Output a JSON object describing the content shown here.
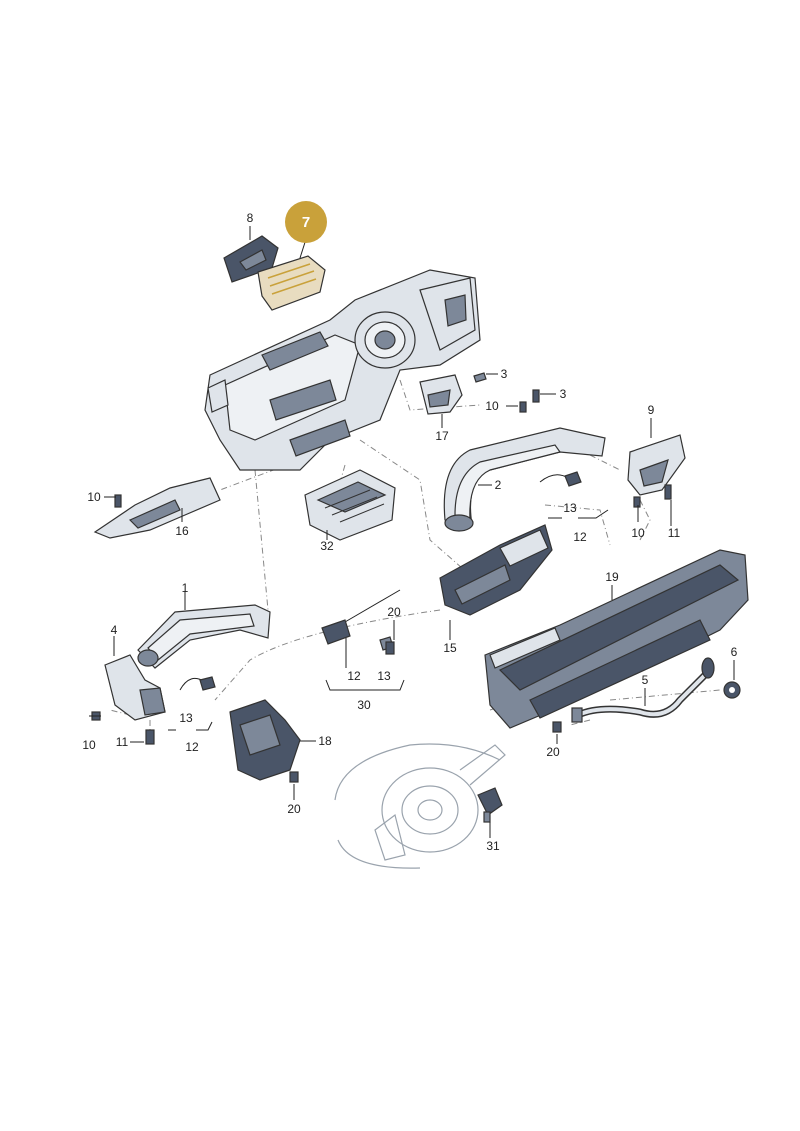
{
  "diagram": {
    "highlight": {
      "label": "7",
      "color": "#c9a13a"
    },
    "callouts": [
      "8",
      "3",
      "3",
      "10",
      "17",
      "9",
      "2",
      "10",
      "16",
      "13",
      "12",
      "10",
      "11",
      "32",
      "19",
      "1",
      "20",
      "4",
      "12",
      "13",
      "15",
      "6",
      "5",
      "13",
      "30",
      "10",
      "11",
      "12",
      "18",
      "20",
      "20",
      "31"
    ]
  }
}
